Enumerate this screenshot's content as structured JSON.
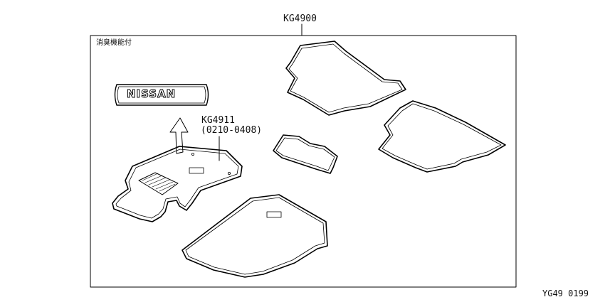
{
  "diagram": {
    "set_part_number": "KG4900",
    "feature_note": "消臭機能付",
    "driver_mat_part_number": "KG4911",
    "driver_mat_date_range": "(0210-0408)",
    "logo_text": "NISSAN",
    "illustration_code": "YG49 0199"
  },
  "colors": {
    "line": "#000000",
    "background": "#ffffff"
  }
}
